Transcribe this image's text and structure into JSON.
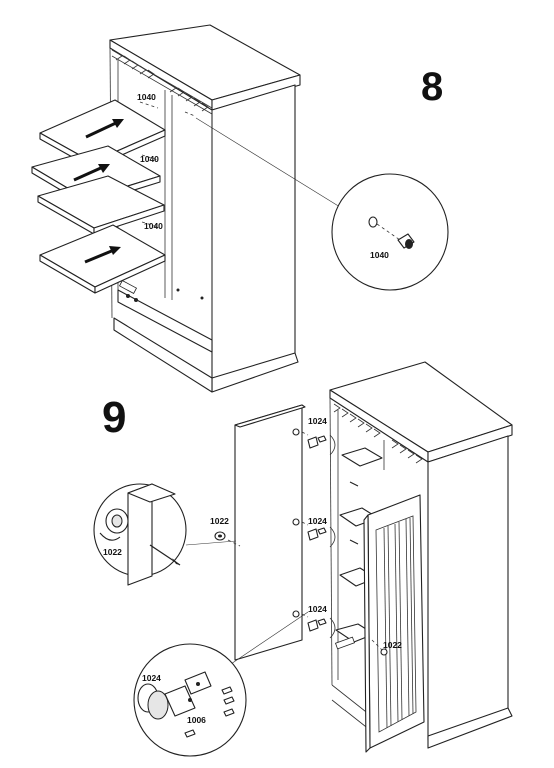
{
  "step8": {
    "number": "8",
    "labels": {
      "shelf_pin_top": "1040",
      "shelf_pin_mid": "1040",
      "shelf_pin_low": "1040",
      "detail_pin": "1040"
    }
  },
  "step9": {
    "number": "9",
    "labels": {
      "hinge_top": "1024",
      "hinge_mid": "1024",
      "hinge_low": "1024",
      "cap_door": "1022",
      "cap_detail": "1022",
      "cap_installed": "1022",
      "hinge_detail": "1024",
      "screw_detail": "1006"
    }
  }
}
